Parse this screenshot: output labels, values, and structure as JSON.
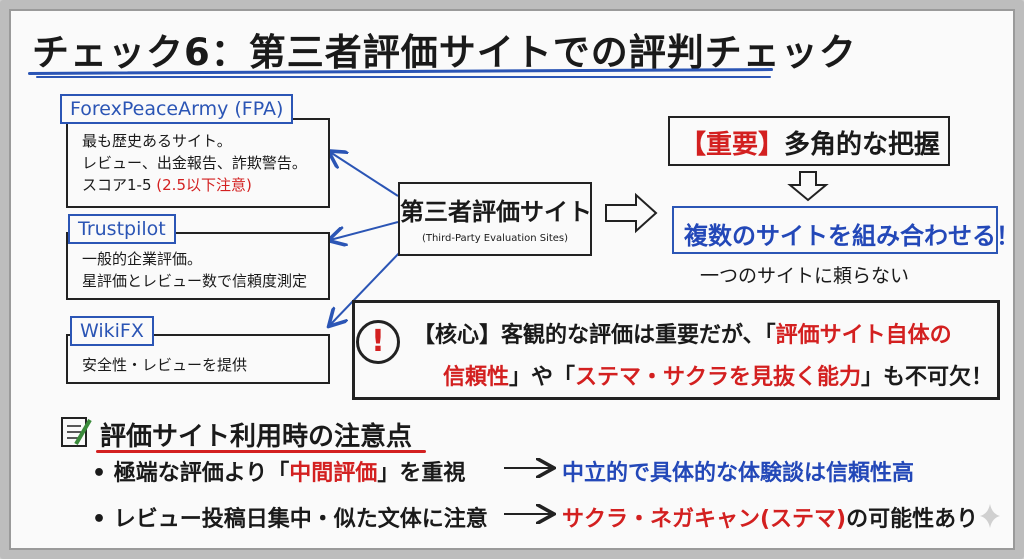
{
  "title": "チェック6：第三者評価サイトでの評判チェック",
  "sites": [
    {
      "name": "ForexPeaceArmy (FPA)",
      "lines": [
        "最も歴史あるサイト。",
        "レビュー、出金報告、詐欺警告。"
      ],
      "score_prefix": "スコア1-5 ",
      "score_note": "(2.5以下注意)"
    },
    {
      "name": "Trustpilot",
      "lines": [
        "一般的企業評価。",
        "星評価とレビュー数で信頼度測定"
      ]
    },
    {
      "name": "WikiFX",
      "lines": [
        "安全性・レビューを提供"
      ]
    }
  ],
  "center": {
    "title": "第三者評価サイト",
    "subtitle": "(Third-Party Evaluation Sites)"
  },
  "important": {
    "tag": "【重要】",
    "text": "多角的な把握"
  },
  "combine": {
    "text": "複数のサイトを組み合わせる！",
    "note": "一つのサイトに頼らない"
  },
  "core": {
    "icon": "!",
    "tag": "【核心】",
    "text1": "客観的な評価は重要だが、「",
    "red1": "評価サイト自体の",
    "red1b": "信頼性",
    "text2": "」や「",
    "red2": "ステマ・サクラを見抜く能力",
    "text3": "」も不可欠！"
  },
  "cautions": {
    "title": "評価サイト利用時の注意点",
    "items": [
      {
        "bullet": "•",
        "pre": "極端な評価より「",
        "hi": "中間評価",
        "post": "」を重視",
        "arrow": "⟶",
        "result": "中立的で具体的な体験談は信頼性高",
        "result_color": "#2348b8"
      },
      {
        "bullet": "•",
        "pre": "レビュー投稿日集中・似た文体に注意",
        "hi": "",
        "post": "",
        "arrow": "⟶",
        "result_red": "サクラ・ネガキャン(ステマ)",
        "result_tail": "の可能性あり",
        "result_color": "#d32020"
      }
    ]
  },
  "colors": {
    "accent_blue": "#2348b8",
    "accent_red": "#d32020",
    "ink": "#1a1a1a",
    "board": "#fafafa"
  }
}
